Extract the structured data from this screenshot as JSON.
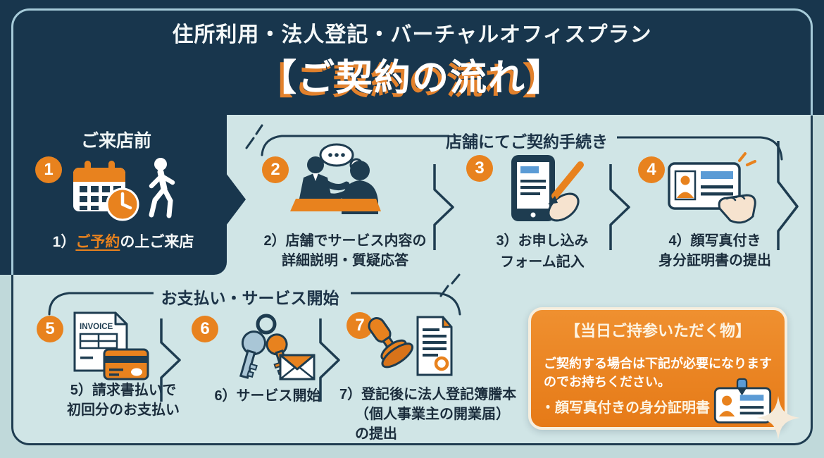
{
  "header": {
    "subtitle": "住所利用・法人登記・バーチャルオフィスプラン",
    "title": "【ご契約の流れ】"
  },
  "sections": {
    "pre_visit": "ご来店前",
    "at_store": "店舗にてご契約手続き",
    "payment": "お支払い・サービス開始"
  },
  "steps": {
    "s1": {
      "num": "1",
      "icon": "calendar-clock-and-walking-person",
      "prefix": "1）",
      "link": "ご予約",
      "suffix": "の上ご来店"
    },
    "s2": {
      "num": "2",
      "icon": "counter-consultation",
      "line1": "2）店舗でサービス内容の",
      "line2": "詳細説明・質疑応答"
    },
    "s3": {
      "num": "3",
      "icon": "tablet-form-writing",
      "line1": "3）お申し込み",
      "line2": "フォーム記入"
    },
    "s4": {
      "num": "4",
      "icon": "photo-id-card-hand",
      "line1": "4）顔写真付き",
      "line2": "身分証明書の提出"
    },
    "s5": {
      "num": "5",
      "icon": "invoice-and-credit-card",
      "line1": "5）請求書払いで",
      "line2": "初回分のお支払い"
    },
    "s6": {
      "num": "6",
      "icon": "keys-and-envelope",
      "line1": "6）サービス開始"
    },
    "s7": {
      "num": "7",
      "icon": "stamp-and-certificate",
      "line1": "7）登記後に法人登記簿謄本",
      "line2": "（個人事業主の開業届）",
      "line3": "の提出"
    }
  },
  "bring_box": {
    "heading": "【当日ご持参いただく物】",
    "body1": "ご契約する場合は下記が必要になります",
    "body2": "のでお持ちください。",
    "bullet": "・顔写真付きの身分証明書",
    "icon": "id-badge"
  },
  "invoice_label": "INVOICE",
  "colors": {
    "navy": "#18364d",
    "teal_inner": "#d0e5e6",
    "teal_outer": "#c0d9da",
    "orange": "#e8821e",
    "accent_blue": "#5b9bd5",
    "cream_border": "#f7eedd",
    "frame_light": "#a6cbd9"
  }
}
